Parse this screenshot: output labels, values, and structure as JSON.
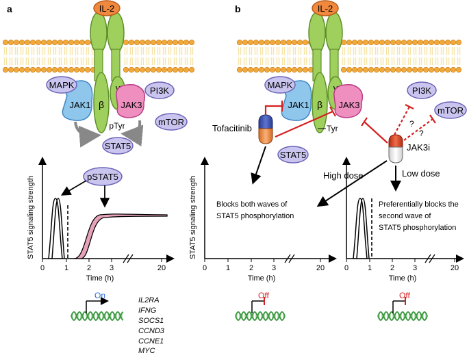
{
  "panels": {
    "a": {
      "label": "a",
      "cytokine": "IL-2",
      "kinases": {
        "mapk": "MAPK",
        "jak1": "JAK1",
        "jak3": "JAK3",
        "pi3k": "PI3K",
        "mtor": "mTOR"
      },
      "chains": {
        "beta": "β",
        "gamma": "γ",
        "gamma_sub": "c"
      },
      "ptyr": "pTyr",
      "stat5": "STAT5",
      "pstat5": "pSTAT5",
      "y_label": "STAT5 signaling strength",
      "x_label": "Time (h)",
      "x_ticks": [
        "0",
        "1",
        "2",
        "3",
        "20"
      ],
      "promoter_state": "On",
      "genes": [
        "IL2RA",
        "IFNG",
        "SOCS1",
        "CCND3",
        "CCNE1",
        "MYC"
      ]
    },
    "b": {
      "label": "b",
      "cytokine": "IL-2",
      "kinases": {
        "mapk": "MAPK",
        "jak1": "JAK1",
        "jak3": "JAK3",
        "pi3k": "PI3K",
        "mtor": "mTOR"
      },
      "chains": {
        "beta": "β",
        "gamma": "γ",
        "gamma_sub": "c"
      },
      "tyr": "Tyr",
      "stat5": "STAT5",
      "drug_left": "Tofacitinib",
      "drug_right": "JAK3i",
      "question": "?",
      "high_dose": "High dose",
      "low_dose": "Low dose",
      "left_plot": {
        "y_label": "STAT5 signaling strength",
        "x_label": "Time (h)",
        "x_ticks": [
          "0",
          "1",
          "2",
          "3",
          "20"
        ],
        "annotation": [
          "Blocks both waves of",
          "STAT5 phosphorylation"
        ],
        "promoter_state": "Off"
      },
      "right_plot": {
        "x_label": "Time (h)",
        "x_ticks": [
          "0",
          "1",
          "2",
          "3",
          "20"
        ],
        "annotation": [
          "Preferentially blocks the",
          "second wave of",
          "STAT5 phosphorylation"
        ],
        "promoter_state": "Off"
      }
    }
  },
  "colors": {
    "membrane_head": "#f2a93b",
    "membrane_tail": "#f6e3a6",
    "receptor": "#9fcf5c",
    "receptor_dark": "#5e8f2a",
    "cytokine": "#f0883e",
    "lavender": "#c9c5ee",
    "lavender_edge": "#6a63b8",
    "jak1": "#8fc7ec",
    "jak1_edge": "#3e86c2",
    "jak3": "#ee8fc0",
    "jak3_edge": "#b83d86",
    "inhibit": "#d42020",
    "on": "#2a6dd8",
    "off": "#d42020",
    "wave2": "#e7a2b9",
    "dna": "#3f9a45"
  }
}
